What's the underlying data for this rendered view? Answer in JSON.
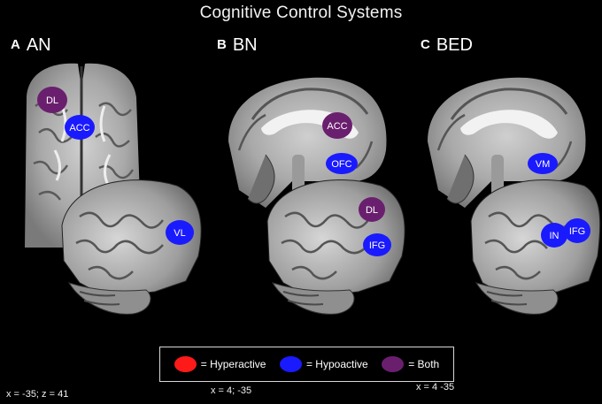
{
  "title": "Cognitive Control Systems",
  "panels": [
    {
      "letter": "A",
      "name": "AN",
      "coords": "x = -35; z = 41"
    },
    {
      "letter": "B",
      "name": "BN",
      "coords": "x = 4; -35"
    },
    {
      "letter": "C",
      "name": "BED",
      "coords": "x = 4 -35"
    }
  ],
  "regions": {
    "a_dl": "DL",
    "a_acc": "ACC",
    "a_vl": "VL",
    "b_acc": "ACC",
    "b_ofc": "OFC",
    "b_dl": "DL",
    "b_ifg": "IFG",
    "c_vm": "VM",
    "c_in": "IN",
    "c_ifg": "IFG"
  },
  "legend": {
    "hyper": "= Hyperactive",
    "hypo": "= Hypoactive",
    "both": "= Both"
  },
  "colors": {
    "hyperactive": "#ff1a1a",
    "hypoactive": "#1a1aff",
    "both": "#6a1f6e"
  }
}
